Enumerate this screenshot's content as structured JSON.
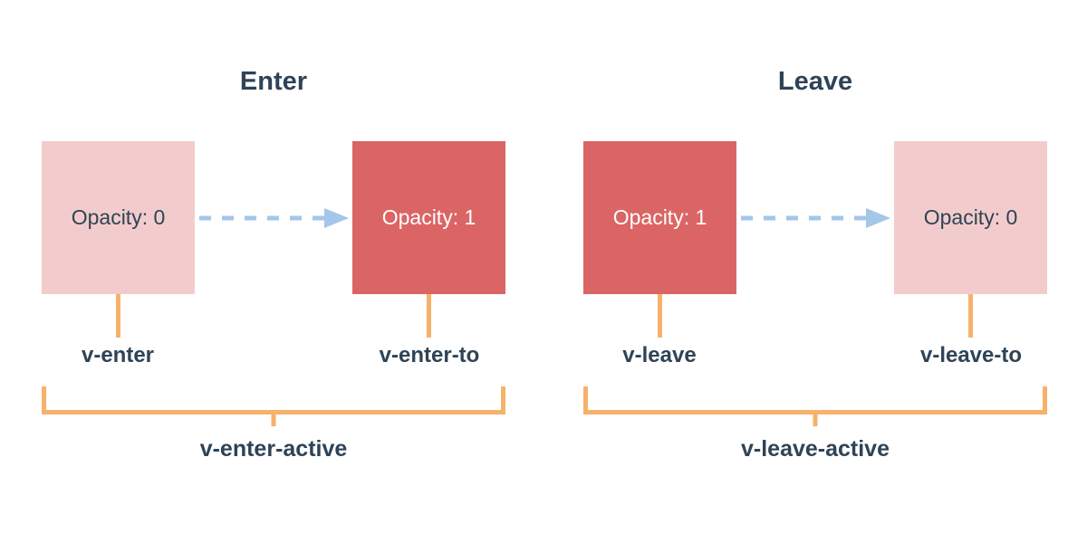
{
  "colors": {
    "box_pink": "#f2cccc",
    "box_red": "#db6565",
    "line_orange": "#f6b26b",
    "arrow_blue": "#a4c6e8",
    "text_dark": "#2e4356",
    "text_light": "#ffffff",
    "background": "#ffffff"
  },
  "enter": {
    "title": "Enter",
    "from_box": {
      "label": "Opacity: 0",
      "variant": "pink"
    },
    "to_box": {
      "label": "Opacity: 1",
      "variant": "red"
    },
    "from_label": "v-enter",
    "to_label": "v-enter-to",
    "active_label": "v-enter-active"
  },
  "leave": {
    "title": "Leave",
    "from_box": {
      "label": "Opacity: 1",
      "variant": "red"
    },
    "to_box": {
      "label": "Opacity: 0",
      "variant": "pink"
    },
    "from_label": "v-leave",
    "to_label": "v-leave-to",
    "active_label": "v-leave-active"
  }
}
